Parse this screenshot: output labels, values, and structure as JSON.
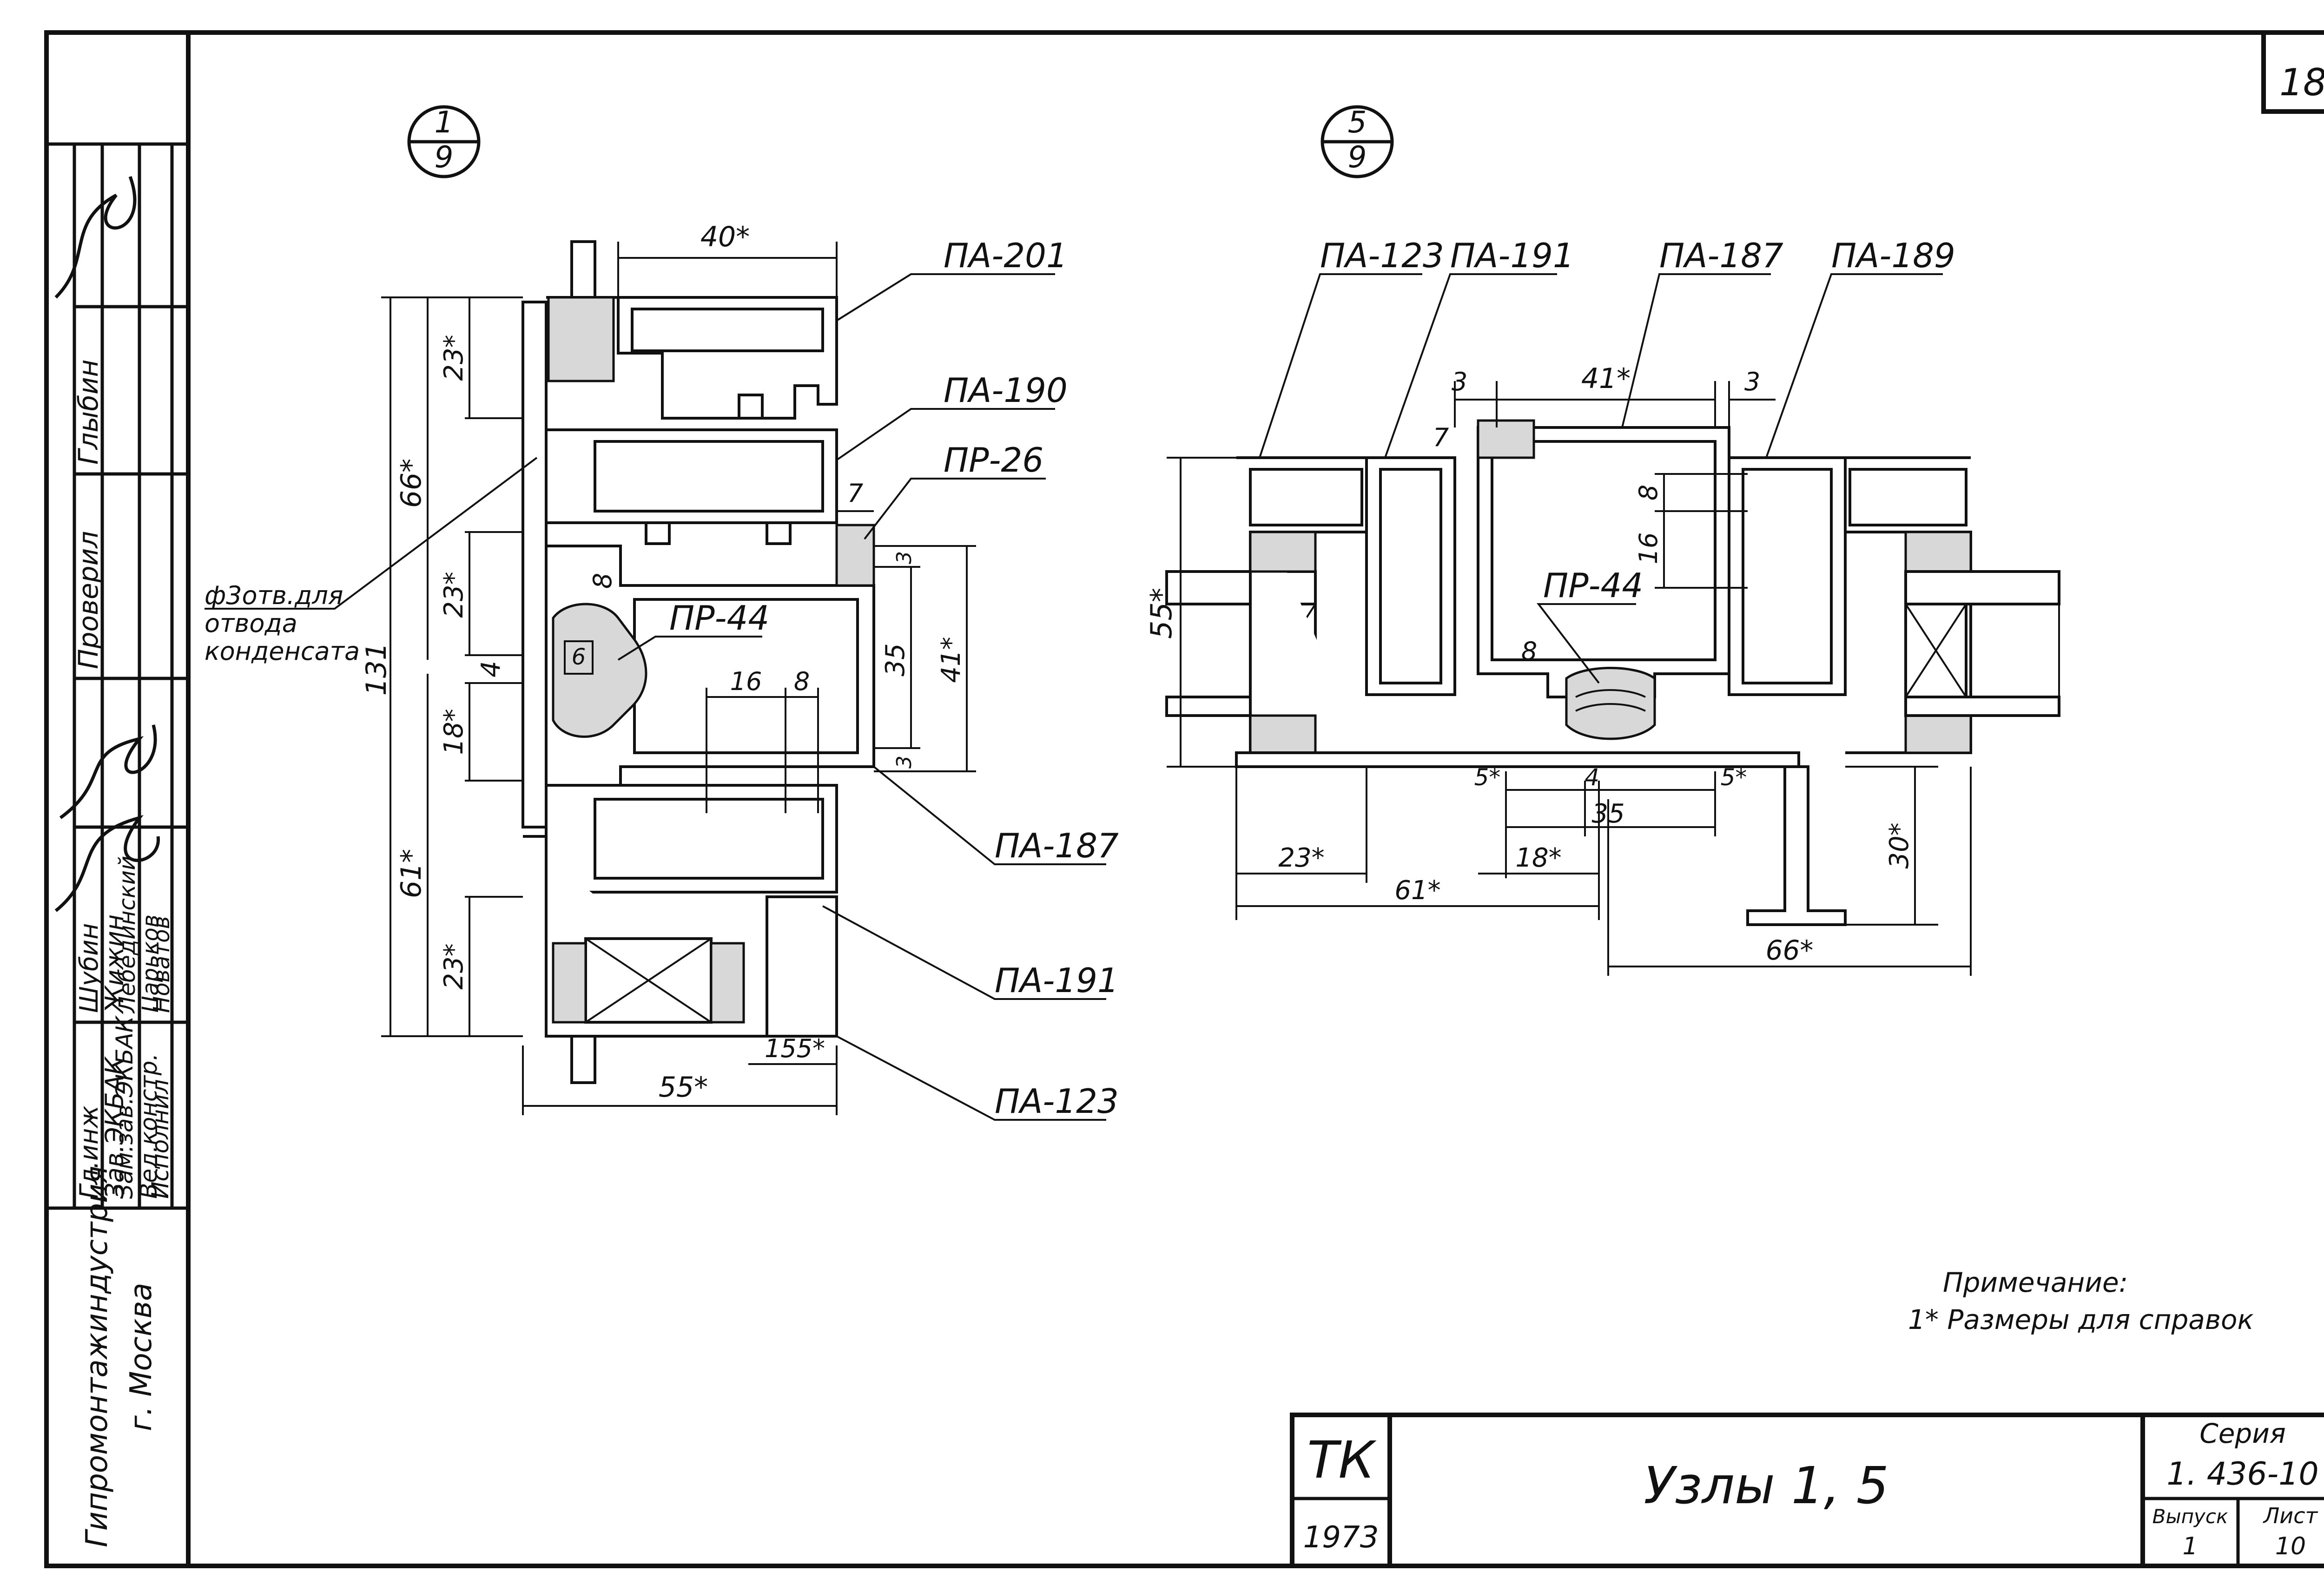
{
  "page_number": "18",
  "title_block": {
    "organization": "Гипромонтажиндустрия",
    "city": "г. Москва",
    "code": "ТК",
    "year": "1973",
    "sheet_title": "Узлы 1, 5",
    "series_label": "Серия",
    "series_value": "1. 436-10",
    "issue_label": "Выпуск",
    "issue_value": "1",
    "sheet_label": "Лист",
    "sheet_value": "10"
  },
  "signatures": {
    "checked": [
      {
        "role": "Проверил",
        "name": "Глыбин"
      }
    ],
    "roles": [
      "Гл.инж",
      "Зав.ЭКБАК",
      "Зам.зав.ЭКБАК",
      "Вед.констр.",
      "Исполнил"
    ],
    "names": [
      "Шубин",
      "Жижин",
      "Лебединский",
      "Царьков",
      "Новатов"
    ]
  },
  "note": {
    "heading": "Примечание:",
    "text": "1* Размеры для справок"
  },
  "node1": {
    "marker_top": "1",
    "marker_bottom": "9",
    "profile_labels": [
      "ПА-201",
      "ПА-190",
      "ПР-26",
      "ПР-44",
      "ПА-187",
      "ПА-191",
      "ПА-123"
    ],
    "hole_note": [
      "ф3отв.для",
      "отвода",
      "конденсата"
    ],
    "dims": {
      "top_width": "40*",
      "overall_height": "131",
      "upper_66": "66*",
      "lower_61": "61*",
      "d23_top": "23*",
      "d23_mid": "23*",
      "d23_bot": "23*",
      "d18": "18*",
      "d4": "4",
      "d8_left": "8",
      "d6": "6",
      "d7": "7",
      "d3_top": "3",
      "d3_bot": "3",
      "d35": "35",
      "d41": "41*",
      "d16": "16",
      "d8_bot": "8",
      "d155": "155*",
      "d55": "55*"
    }
  },
  "node5": {
    "marker_top": "5",
    "marker_bottom": "9",
    "profile_labels": [
      "ПА-123",
      "ПА-191",
      "ПА-187",
      "ПА-189",
      "ПР-44"
    ],
    "dims": {
      "d3_left": "3",
      "d41": "41*",
      "d3_right": "3",
      "d7": "7",
      "d8": "8",
      "d16": "16",
      "d8_inner": "8",
      "d55": "55*",
      "d5_left": "5*",
      "d4": "4",
      "d5_right": "5*",
      "d35": "35",
      "d23": "23*",
      "d18": "18*",
      "d61": "61*",
      "d30": "30*",
      "d66": "66*"
    }
  }
}
